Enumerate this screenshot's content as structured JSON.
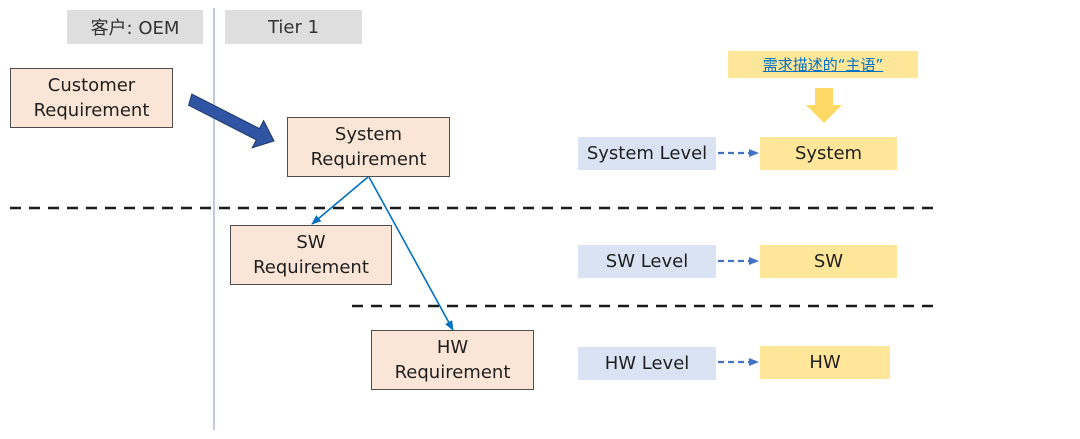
{
  "headers": {
    "customer": "客户: OEM",
    "tier": "Tier 1"
  },
  "requirements": {
    "customer": "Customer\nRequirement",
    "system": "System\nRequirement",
    "sw": "SW\nRequirement",
    "hw": "HW\nRequirement"
  },
  "levels": {
    "system": "System Level",
    "sw": "SW Level",
    "hw": "HW Level"
  },
  "subjects": {
    "system": "System",
    "sw": "SW",
    "hw": "HW"
  },
  "callout": "需求描述的“主语”",
  "colors": {
    "requirement_fill": "#fbe5d6",
    "level_fill": "#dae3f3",
    "subject_fill": "#ffe699",
    "header_fill": "#dedede",
    "arrow_blue": "#0070c0",
    "big_arrow_blue": "#2f55a4",
    "callout_text": "#0070c0"
  }
}
